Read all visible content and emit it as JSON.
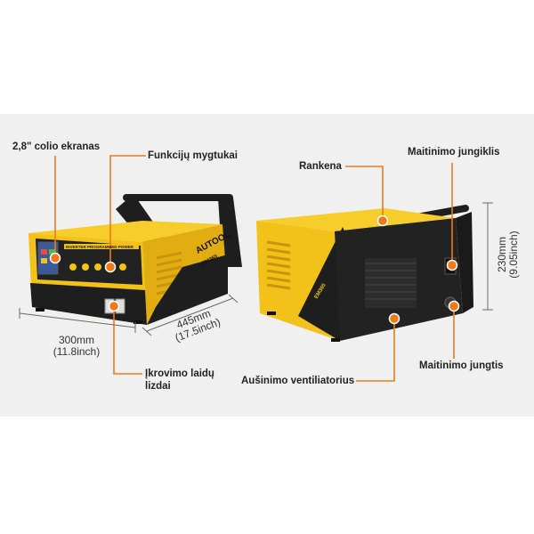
{
  "callouts": {
    "screen": "2,8\" colio ekranas",
    "function_buttons": "Funkcijų mygtukai",
    "handle": "Rankena",
    "power_switch": "Maitinimo jungiklis",
    "charging_socket_line1": "Įkrovimo laidų",
    "charging_socket_line2": "lizdai",
    "cooling_fan": "Aušinimo ventiliatorius",
    "power_connector": "Maitinimo jungtis"
  },
  "dimensions": {
    "width_mm": "300mm",
    "width_inch": "(11.8inch)",
    "depth_mm": "445mm",
    "depth_inch": "(17.5inch)",
    "height_mm": "230mm",
    "height_inch": "(9.05inch)"
  },
  "product": {
    "brand": "AUTOOL",
    "model": "EM365",
    "panel_text": "INVERTER PROGRAMMED POWER"
  },
  "colors": {
    "body_yellow": "#f2c11a",
    "body_black": "#222222",
    "accent_orange": "#f07a18"
  }
}
